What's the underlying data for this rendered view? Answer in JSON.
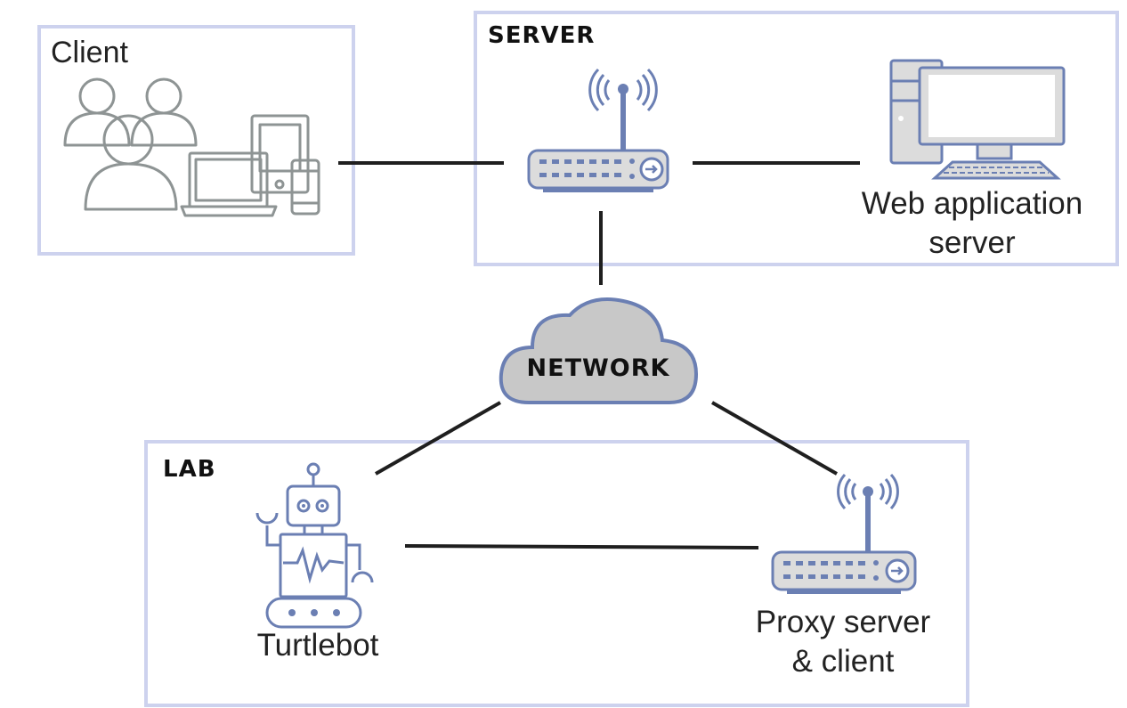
{
  "groups": {
    "client": {
      "title": "Client"
    },
    "server": {
      "title": "SERVER"
    },
    "lab": {
      "title": "LAB"
    }
  },
  "network": {
    "label": "NETWORK"
  },
  "nodes": {
    "web_server": {
      "line1": "Web application",
      "line2": "server"
    },
    "turtlebot": {
      "label": "Turtlebot"
    },
    "proxy": {
      "line1": "Proxy server",
      "line2": "& client"
    }
  },
  "colors": {
    "frame": "#cdd2ee",
    "icon_blue": "#6b7fb3",
    "icon_gray": "#8e9494",
    "device_fill": "#dcdcdc",
    "cloud_fill": "#c8c8c8",
    "link": "#1f1f1f"
  },
  "icons": [
    "users-icon",
    "devices-icon",
    "router-icon",
    "desktop-computer-icon",
    "cloud-icon",
    "robot-icon"
  ]
}
